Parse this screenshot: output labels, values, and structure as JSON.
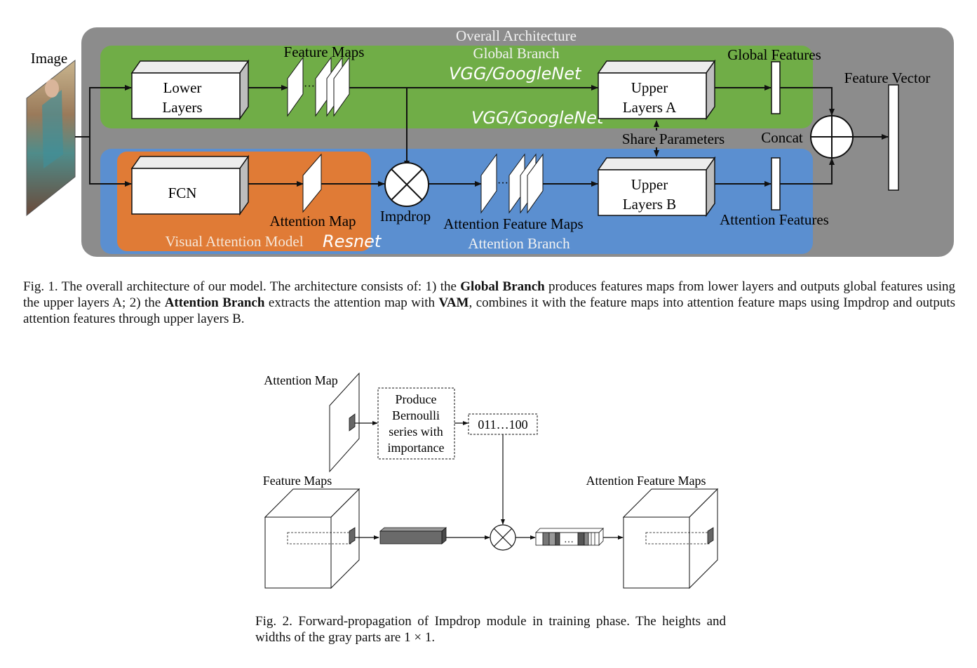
{
  "fig1": {
    "overall_label": "Overall Architecture",
    "global_branch_label": "Global Branch",
    "attention_branch_label": "Attention Branch",
    "vam_label": "Visual Attention Model",
    "handwritten_vgg_top": "VGG/GoogleNet",
    "handwritten_vgg_mid": "VGG/GoogleNet",
    "handwritten_resnet": "Resnet",
    "image_label": "Image",
    "feature_maps_label": "Feature Maps",
    "feature_maps_ellipsis": "···",
    "lower_layers_line1": "Lower",
    "lower_layers_line2": "Layers",
    "upper_a_line1": "Upper",
    "upper_a_line2": "Layers A",
    "upper_b_line1": "Upper",
    "upper_b_line2": "Layers B",
    "fcn_label": "FCN",
    "global_features_label": "Global Features",
    "feature_vector_label": "Feature Vector",
    "share_parameters_label": "Share Parameters",
    "concat_label": "Concat",
    "attention_map_label": "Attention Map",
    "impdrop_label": "Impdrop",
    "attention_feature_maps_label": "Attention Feature Maps",
    "attention_features_label": "Attention Features",
    "colors": {
      "overall": "#8c8c8c",
      "global": "#70ad47",
      "attention": "#5b8fd0",
      "vam": "#e07b36"
    }
  },
  "caption1": {
    "lead": "Fig. 1.    The overall architecture of our model. The architecture consists of: 1) the ",
    "b1": "Global Branch",
    "t2": " produces features maps from lower layers and outputs global features using the upper layers A; 2) the ",
    "b2": "Attention Branch",
    "t3": " extracts the attention map with ",
    "b3": "VAM",
    "t4": ", combines it with the feature maps into attention feature maps using Impdrop and outputs attention features through upper layers B."
  },
  "fig2": {
    "attention_map_label": "Attention Map",
    "produce_line1": "Produce",
    "produce_line2": "Bernoulli",
    "produce_line3": "series with",
    "produce_line4": "importance",
    "binary_label": "011…100",
    "feature_maps_label": "Feature Maps",
    "attention_feature_maps_label": "Attention Feature Maps",
    "ellipsis": "…"
  },
  "caption2": {
    "text": "Fig. 2.    Forward-propagation of Impdrop module in training phase. The heights and widths of the gray parts are 1 × 1."
  }
}
